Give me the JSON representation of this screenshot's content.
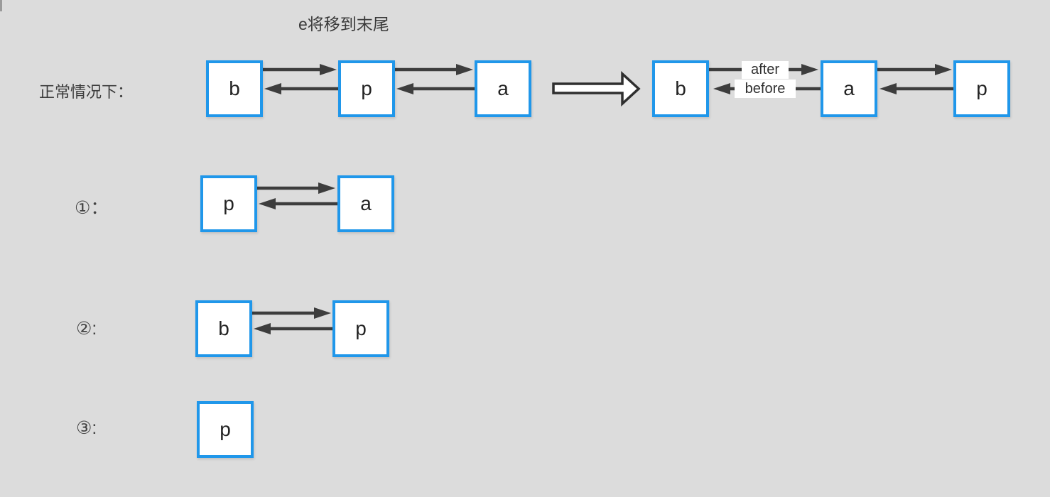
{
  "title": "e将移到末尾",
  "rows": {
    "normal": {
      "label": "正常情况下：",
      "before_list": [
        "b",
        "p",
        "a"
      ],
      "after_list": [
        "b",
        "a",
        "p"
      ],
      "pointer_labels": {
        "next": "after",
        "prev": "before"
      }
    },
    "step1": {
      "label": "①：",
      "nodes": [
        "p",
        "a"
      ]
    },
    "step2": {
      "label": "②:",
      "nodes": [
        "b",
        "p"
      ]
    },
    "step3": {
      "label": "③:",
      "nodes": [
        "p"
      ]
    }
  },
  "diagram_semantics": {
    "type": "doubly-linked-list transformation",
    "edge_style": "bidirectional (next arrow on top, prev arrow below)",
    "transform_arrow": "hollow right block arrow between before and after lists"
  },
  "colors": {
    "background": "#dcdcdc",
    "node_border": "#2097ea",
    "node_fill": "#ffffff",
    "arrow": "#3d3d3d",
    "label_text": "#3c3c3c"
  }
}
